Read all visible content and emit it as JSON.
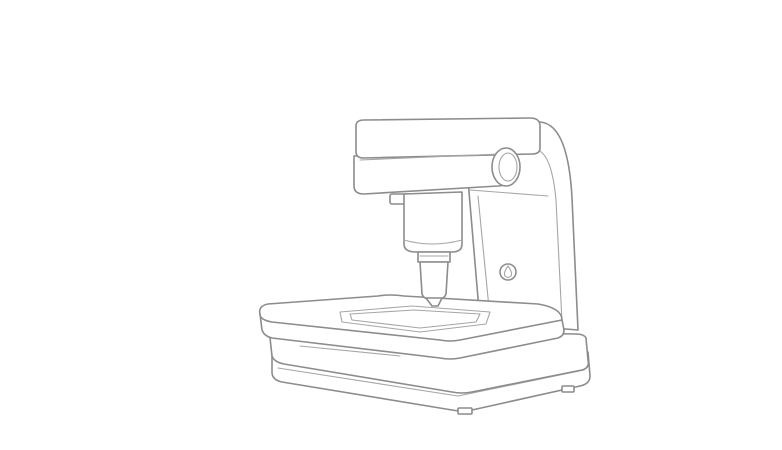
{
  "illustration": {
    "subject": "microscope",
    "style": "line-art",
    "icons": [
      "microscope-illustration",
      "focus-knob-icon",
      "drop-icon"
    ],
    "colors": {
      "background": "#ffffff",
      "stroke": "#8c8c8c",
      "fill": "#ffffff"
    }
  }
}
